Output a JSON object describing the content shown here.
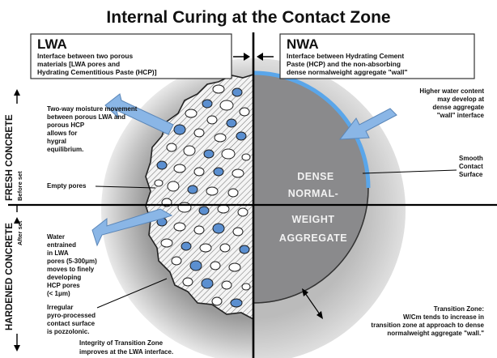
{
  "title": "Internal Curing at the Contact Zone",
  "lwa": {
    "heading": "LWA",
    "description_lines": [
      "Interface between two porous",
      "materials [LWA  pores and",
      "Hydrating Cementitious Paste (HCP)]"
    ]
  },
  "nwa": {
    "heading": "NWA",
    "description_lines": [
      "Interface between Hydrating Cement",
      "Paste (HCP) and the non-absorbing",
      "dense normalweight aggregate \"wall\""
    ]
  },
  "side_labels": {
    "fresh": "FRESH CONCRETE",
    "before_set": "Before set",
    "hardened": "HARDENED CONCRETE",
    "after_set": "After set"
  },
  "aggregate_label_lines": [
    "DENSE",
    "NORMAL-",
    "WEIGHT",
    "AGGREGATE"
  ],
  "annotations": {
    "moisture_lines": [
      "Two-way moisture movement",
      "between porous LWA and",
      "porous HCP",
      "allows  for",
      "hygral",
      "equilibrium."
    ],
    "empty_pores": "Empty pores",
    "water_lines": [
      "Water",
      "entrained",
      "in LWA",
      "pores (5-300μm)",
      "moves to finely",
      "developing",
      "HCP pores",
      "(< 1μm)"
    ],
    "irregular_lines": [
      "Irregular",
      "pyro-processed",
      "contact surface",
      "is pozzolonic."
    ],
    "integrity_lines": [
      "Integrity of Transition Zone",
      "improves at the LWA interface."
    ],
    "higher_water_lines": [
      "Higher water content",
      "may develop at",
      "dense aggregate",
      "\"wall\" interface"
    ],
    "smooth_lines": [
      "Smooth",
      "Contact",
      "Surface"
    ],
    "transition_lines": [
      "Transition Zone:",
      "W/Cm tends to increase in",
      "transition zone at approach to dense",
      "normalweight aggregate \"wall.\""
    ]
  },
  "colors": {
    "pore_blue": "#5b8fd0",
    "arrow_blue": "#8ab6e6",
    "aggregate_gray": "#8a8a8c",
    "interface_blue": "#4a90e2"
  }
}
